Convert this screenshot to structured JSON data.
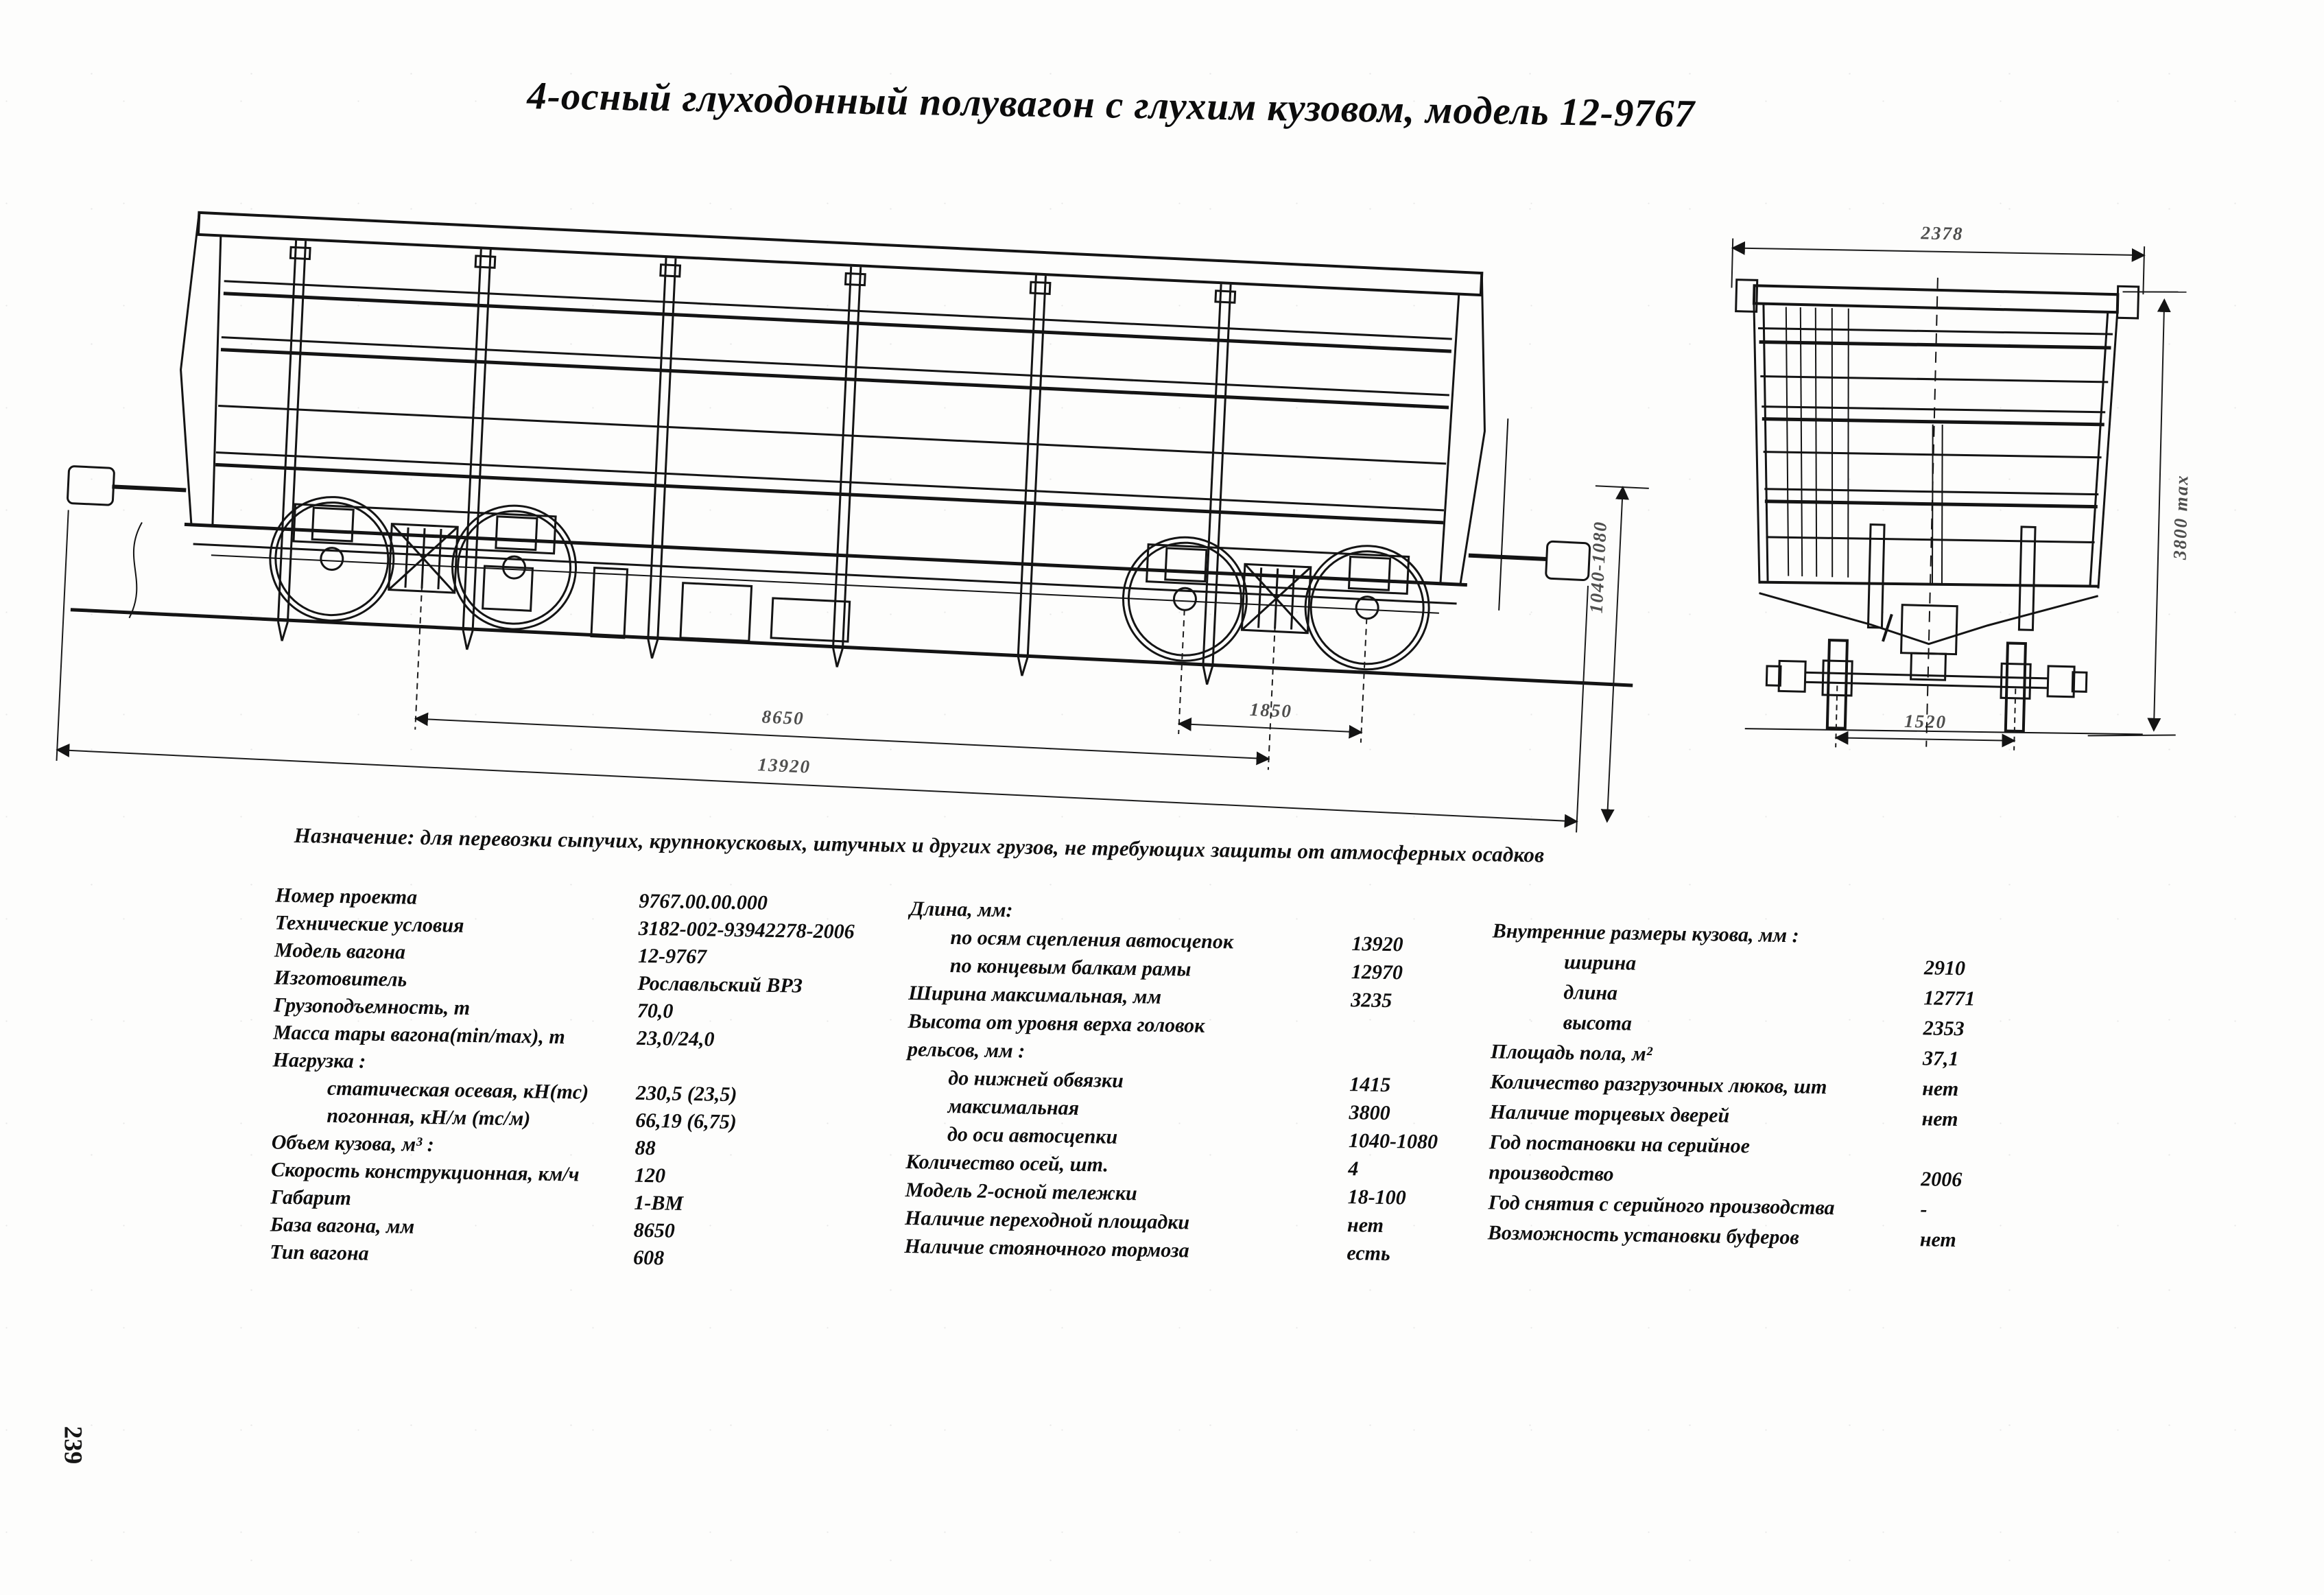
{
  "page": {
    "title": "4-осный глуходонный полувагон с глухим кузовом, модель 12-9767",
    "purpose": "Назначение: для перевозки сыпучих, крупнокусковых, штучных и других грузов, не требующих защиты от атмосферных осадков",
    "page_number": "239"
  },
  "drawing": {
    "side_view": {
      "bogie_wheelbase": "1850",
      "wagon_base": "8650",
      "length_over_couplers": "13920",
      "coupler_axis_height": "1040-1080"
    },
    "end_view": {
      "top_width": "2378",
      "max_height": "3800 max",
      "track_gauge": "1520"
    }
  },
  "specs": {
    "col1": [
      {
        "label": "Номер проекта",
        "value": "9767.00.00.000"
      },
      {
        "label": "Технические условия",
        "value": "3182-002-93942278-2006"
      },
      {
        "label": "Модель вагона",
        "value": "12-9767"
      },
      {
        "label": "Изготовитель",
        "value": "Рославльский ВРЗ"
      },
      {
        "label": "Грузоподъемность, т",
        "value": "70,0"
      },
      {
        "label": "Масса тары вагона(min/max), т",
        "value": "23,0/24,0"
      },
      {
        "label": "Нагрузка :",
        "value": ""
      },
      {
        "label": "статическая осевая, кН(тс)",
        "value": "230,5 (23,5)",
        "indent": true
      },
      {
        "label": "погонная, кН/м (тс/м)",
        "value": "66,19 (6,75)",
        "indent": true
      },
      {
        "label": "Объем кузова, м³ :",
        "value": "88"
      },
      {
        "label": "Скорость конструкционная, км/ч",
        "value": "120"
      },
      {
        "label": "Габарит",
        "value": "1-ВМ"
      },
      {
        "label": "База вагона, мм",
        "value": "8650"
      },
      {
        "label": "Тип вагона",
        "value": "608"
      }
    ],
    "col2": [
      {
        "label": "Длина, мм:",
        "value": ""
      },
      {
        "label": "по осям сцепления автосцепок",
        "value": "13920",
        "indent": true
      },
      {
        "label": "по концевым балкам рамы",
        "value": "12970",
        "indent": true
      },
      {
        "label": "Ширина максимальная, мм",
        "value": "3235"
      },
      {
        "label": "Высота от уровня верха головок",
        "value": ""
      },
      {
        "label": "рельсов, мм :",
        "value": ""
      },
      {
        "label": "до нижней обвязки",
        "value": "1415",
        "indent": true
      },
      {
        "label": "максимальная",
        "value": "3800",
        "indent": true
      },
      {
        "label": "до оси автосцепки",
        "value": "1040-1080",
        "indent": true
      },
      {
        "label": "Количество осей, шт.",
        "value": "4"
      },
      {
        "label": "Модель 2-осной тележки",
        "value": "18-100"
      },
      {
        "label": "Наличие переходной площадки",
        "value": "нет"
      },
      {
        "label": "Наличие стояночного тормоза",
        "value": "есть"
      }
    ],
    "col3": [
      {
        "label": "Внутренние размеры кузова, мм :",
        "value": ""
      },
      {
        "label": "ширина",
        "value": "2910",
        "indent": true
      },
      {
        "label": "длина",
        "value": "12771",
        "indent": true
      },
      {
        "label": "высота",
        "value": "2353",
        "indent": true
      },
      {
        "label": "Площадь пола, м²",
        "value": "37,1"
      },
      {
        "label": "Количество разгрузочных люков, шт",
        "value": "нет"
      },
      {
        "label": "Наличие торцевых дверей",
        "value": "нет"
      },
      {
        "label": "Год постановки на серийное",
        "value": ""
      },
      {
        "label": "производство",
        "value": "2006"
      },
      {
        "label": "Год снятия с серийного производства",
        "value": "-"
      },
      {
        "label": "Возможность установки буферов",
        "value": "нет"
      }
    ]
  }
}
